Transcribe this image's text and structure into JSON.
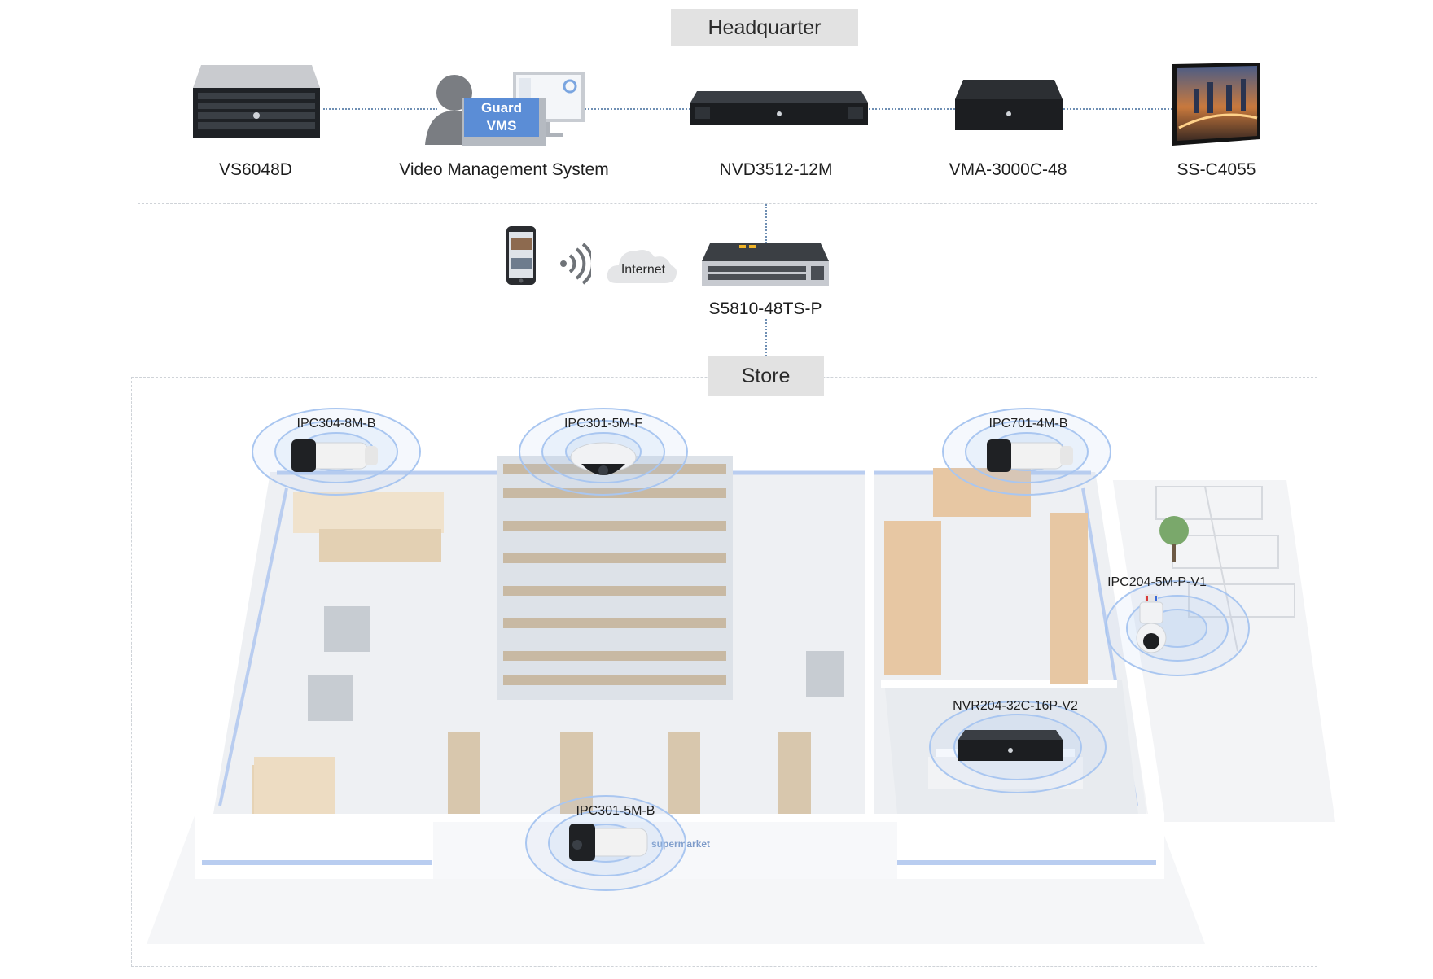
{
  "headquarter": {
    "title": "Headquarter",
    "devices": [
      {
        "label": "VS6048D",
        "icon": "storage-server-icon"
      },
      {
        "label": "Video Management System",
        "icon": "vms-workstation-icon"
      },
      {
        "label": "NVD3512-12M",
        "icon": "video-decoder-icon"
      },
      {
        "label": "VMA-3000C-48",
        "icon": "video-analytics-box-icon"
      },
      {
        "label": "SS-C4055",
        "icon": "video-wall-display-icon"
      }
    ],
    "vms_badge": {
      "line1": "Guard",
      "line2": "VMS"
    }
  },
  "network": {
    "internet_label": "Internet",
    "switch_label": "S5810-48TS-P",
    "mobile_icon": "smartphone-icon",
    "wireless_icon": "wifi-signal-icon",
    "cloud_icon": "cloud-icon",
    "switch_icon": "poe-switch-icon"
  },
  "store": {
    "title": "Store",
    "storefront_sign": "supermarket",
    "cameras": [
      {
        "label": "IPC304-8M-B",
        "icon": "bullet-camera-icon"
      },
      {
        "label": "IPC301-5M-F",
        "icon": "fisheye-camera-icon"
      },
      {
        "label": "IPC701-4M-B",
        "icon": "bullet-camera-icon"
      },
      {
        "label": "IPC204-5M-P-V1",
        "icon": "ptz-camera-icon"
      },
      {
        "label": "NVR204-32C-16P-V2",
        "icon": "nvr-icon"
      },
      {
        "label": "IPC301-5M-B",
        "icon": "bullet-camera-icon"
      }
    ]
  },
  "colors": {
    "link_line": "#6f8fb3",
    "label_bg": "#e2e2e2",
    "coverage": "#a9c6f0",
    "floor": "#eef0f3",
    "wall": "#ffffff",
    "wall_stripe": "#b9cdf0"
  }
}
